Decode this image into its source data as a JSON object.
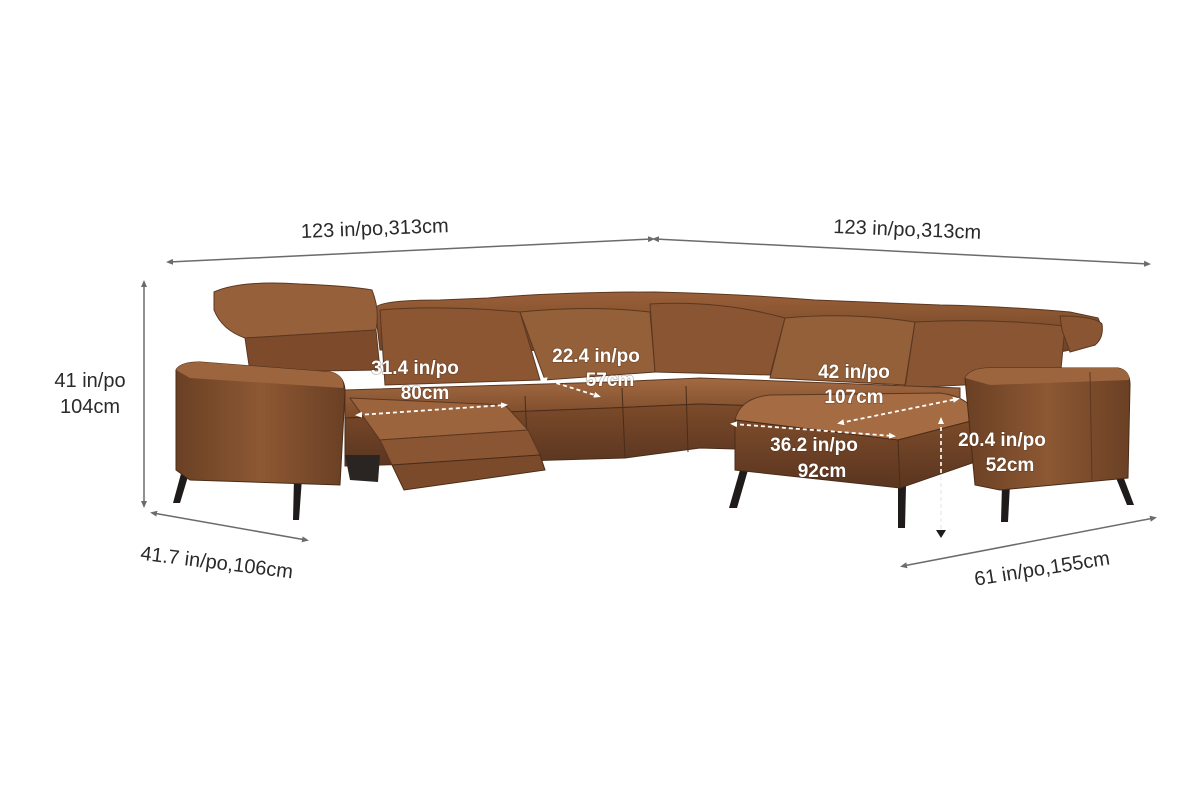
{
  "image": {
    "subject": "brown leather sectional sofa",
    "colors": {
      "leather": "#8a5634",
      "leather_dark": "#5e3920",
      "leather_light": "#a56a41",
      "legs": "#1e1b1a",
      "dimension_line_dark": "#6b6b6b",
      "dimension_line_light": "#ffffff"
    }
  },
  "dimensions": {
    "left_width": "123 in/po,313cm",
    "right_width": "123 in/po,313cm",
    "height_in": "41 in/po",
    "height_cm": "104cm",
    "depth": "41.7 in/po,106cm",
    "chaise_length": "61 in/po,155cm",
    "recliner_depth_in": "31.4 in/po",
    "recliner_depth_cm": "80cm",
    "seat_width_in": "22.4 in/po",
    "seat_width_cm": "57cm",
    "chaise_seat_length_in": "42 in/po",
    "chaise_seat_length_cm": "107cm",
    "chaise_width_in": "36.2 in/po",
    "chaise_width_cm": "92cm",
    "seat_height_in": "20.4 in/po",
    "seat_height_cm": "52cm"
  }
}
